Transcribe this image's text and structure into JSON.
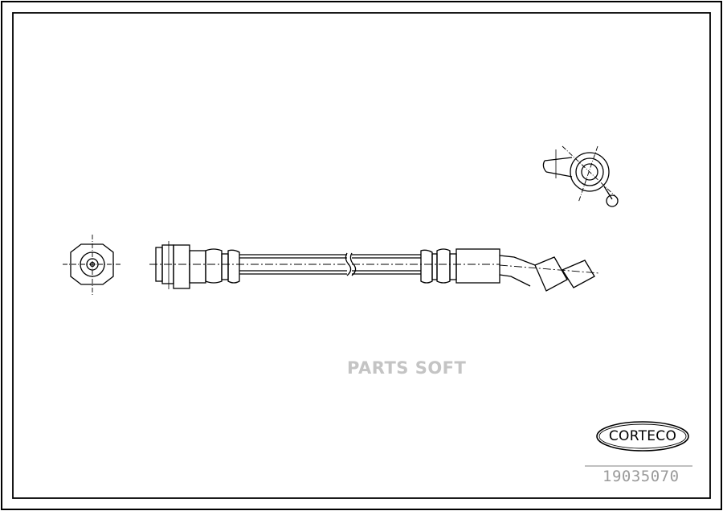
{
  "watermark": {
    "text": "PARTS SOFT"
  },
  "logo": {
    "text": "CORTECO"
  },
  "part_number": {
    "text": "19035070"
  },
  "colors": {
    "line": "#000000",
    "watermark": "#c4c4c4",
    "part_number": "#9a9a9a"
  }
}
